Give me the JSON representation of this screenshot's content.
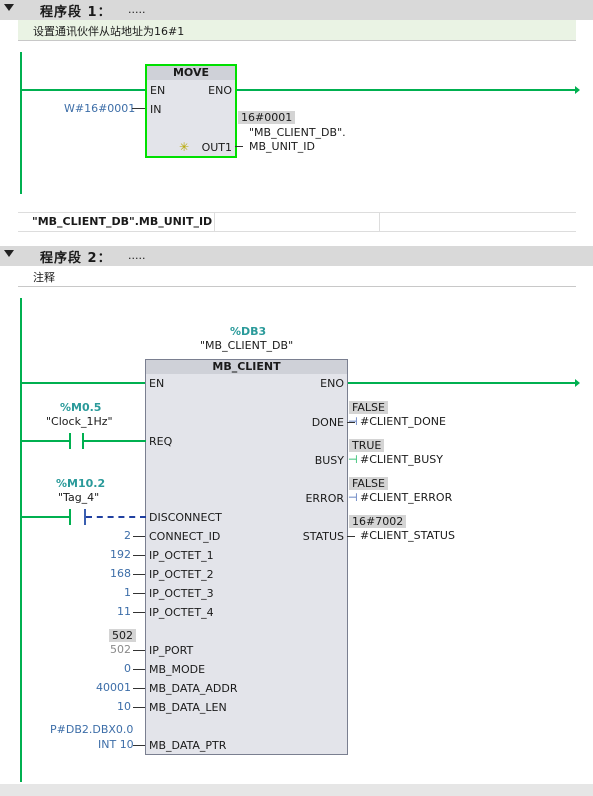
{
  "network1": {
    "title": "程序段 1：",
    "dots": ".....",
    "comment": "设置通讯伙伴从站地址为16#1",
    "block": {
      "name": "MOVE",
      "en": "EN",
      "eno": "ENO",
      "in_pin": "IN",
      "out_pin": "OUT1",
      "in_value": "W#16#0001",
      "out_live": "16#0001",
      "out_tag_line1": "\"MB_CLIENT_DB\".",
      "out_tag_line2": "MB_UNIT_ID"
    },
    "tag_table_entry": "\"MB_CLIENT_DB\".MB_UNIT_ID"
  },
  "network2": {
    "title": "程序段 2：",
    "dots": ".....",
    "comment": "注释",
    "instance_db_addr": "%DB3",
    "instance_db_name": "\"MB_CLIENT_DB\"",
    "block": {
      "name": "MB_CLIENT",
      "inputs": {
        "en": "EN",
        "req": "REQ",
        "disconnect": "DISCONNECT",
        "connect_id": "CONNECT_ID",
        "ip_octet_1": "IP_OCTET_1",
        "ip_octet_2": "IP_OCTET_2",
        "ip_octet_3": "IP_OCTET_3",
        "ip_octet_4": "IP_OCTET_4",
        "ip_port": "IP_PORT",
        "mb_mode": "MB_MODE",
        "mb_data_addr": "MB_DATA_ADDR",
        "mb_data_len": "MB_DATA_LEN",
        "mb_data_ptr": "MB_DATA_PTR"
      },
      "outputs": {
        "eno": "ENO",
        "done": "DONE",
        "busy": "BUSY",
        "error": "ERROR",
        "status": "STATUS"
      }
    },
    "contacts": {
      "req_addr": "%M0.5",
      "req_name": "\"Clock_1Hz\"",
      "disc_addr": "%M10.2",
      "disc_name": "\"Tag_4\""
    },
    "input_values": {
      "connect_id": "2",
      "ip_octet_1": "192",
      "ip_octet_2": "168",
      "ip_octet_3": "1",
      "ip_octet_4": "11",
      "ip_port_live": "502",
      "ip_port": "502",
      "mb_mode": "0",
      "mb_data_addr": "40001",
      "mb_data_len": "10",
      "mb_data_ptr_line1": "P#DB2.DBX0.0",
      "mb_data_ptr_line2": "INT 10"
    },
    "output_values": {
      "done_live": "FALSE",
      "done_tag": "#CLIENT_DONE",
      "busy_live": "TRUE",
      "busy_tag": "#CLIENT_BUSY",
      "error_live": "FALSE",
      "error_tag": "#CLIENT_ERROR",
      "status_live": "16#7002",
      "status_tag": "#CLIENT_STATUS"
    }
  },
  "colors": {
    "powerflow": "#00b050",
    "header_bg": "#d9d9d9",
    "block_bg": "#e3e4ea",
    "address": "#2a9a9a",
    "constant": "#3d6ea8"
  }
}
